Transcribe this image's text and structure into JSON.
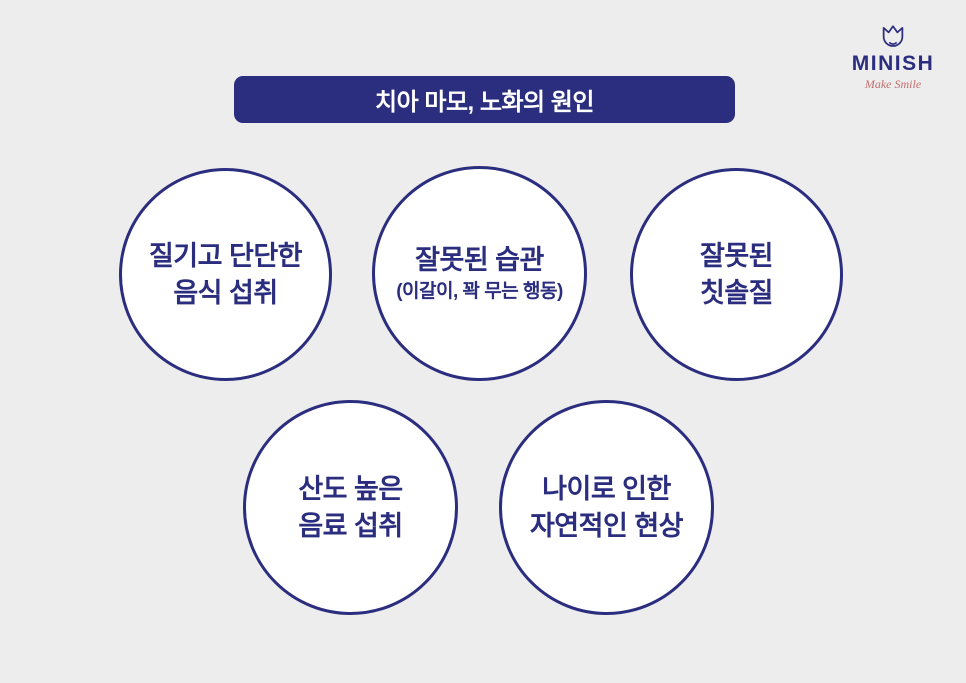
{
  "page": {
    "background_color": "#ededed",
    "accent_color": "#2b2d7e"
  },
  "logo": {
    "brand": "MINISH",
    "tagline": "Make Smile",
    "brand_color": "#2b2d7e",
    "tagline_color": "#c46d6d",
    "icon": "tulip-icon"
  },
  "title": {
    "label": "치아 마모, 노화의 원인",
    "background_color": "#2b2d7e",
    "text_color": "#ffffff"
  },
  "circles": [
    {
      "line1": "질기고 단단한",
      "line2": "음식 섭취"
    },
    {
      "line1": "잘못된 습관",
      "line2": "(이갈이, 꽉 무는 행동)"
    },
    {
      "line1": "잘못된",
      "line2": "칫솔질"
    },
    {
      "line1": "산도 높은",
      "line2": "음료 섭취"
    },
    {
      "line1": "나이로 인한",
      "line2": "자연적인 현상"
    }
  ]
}
